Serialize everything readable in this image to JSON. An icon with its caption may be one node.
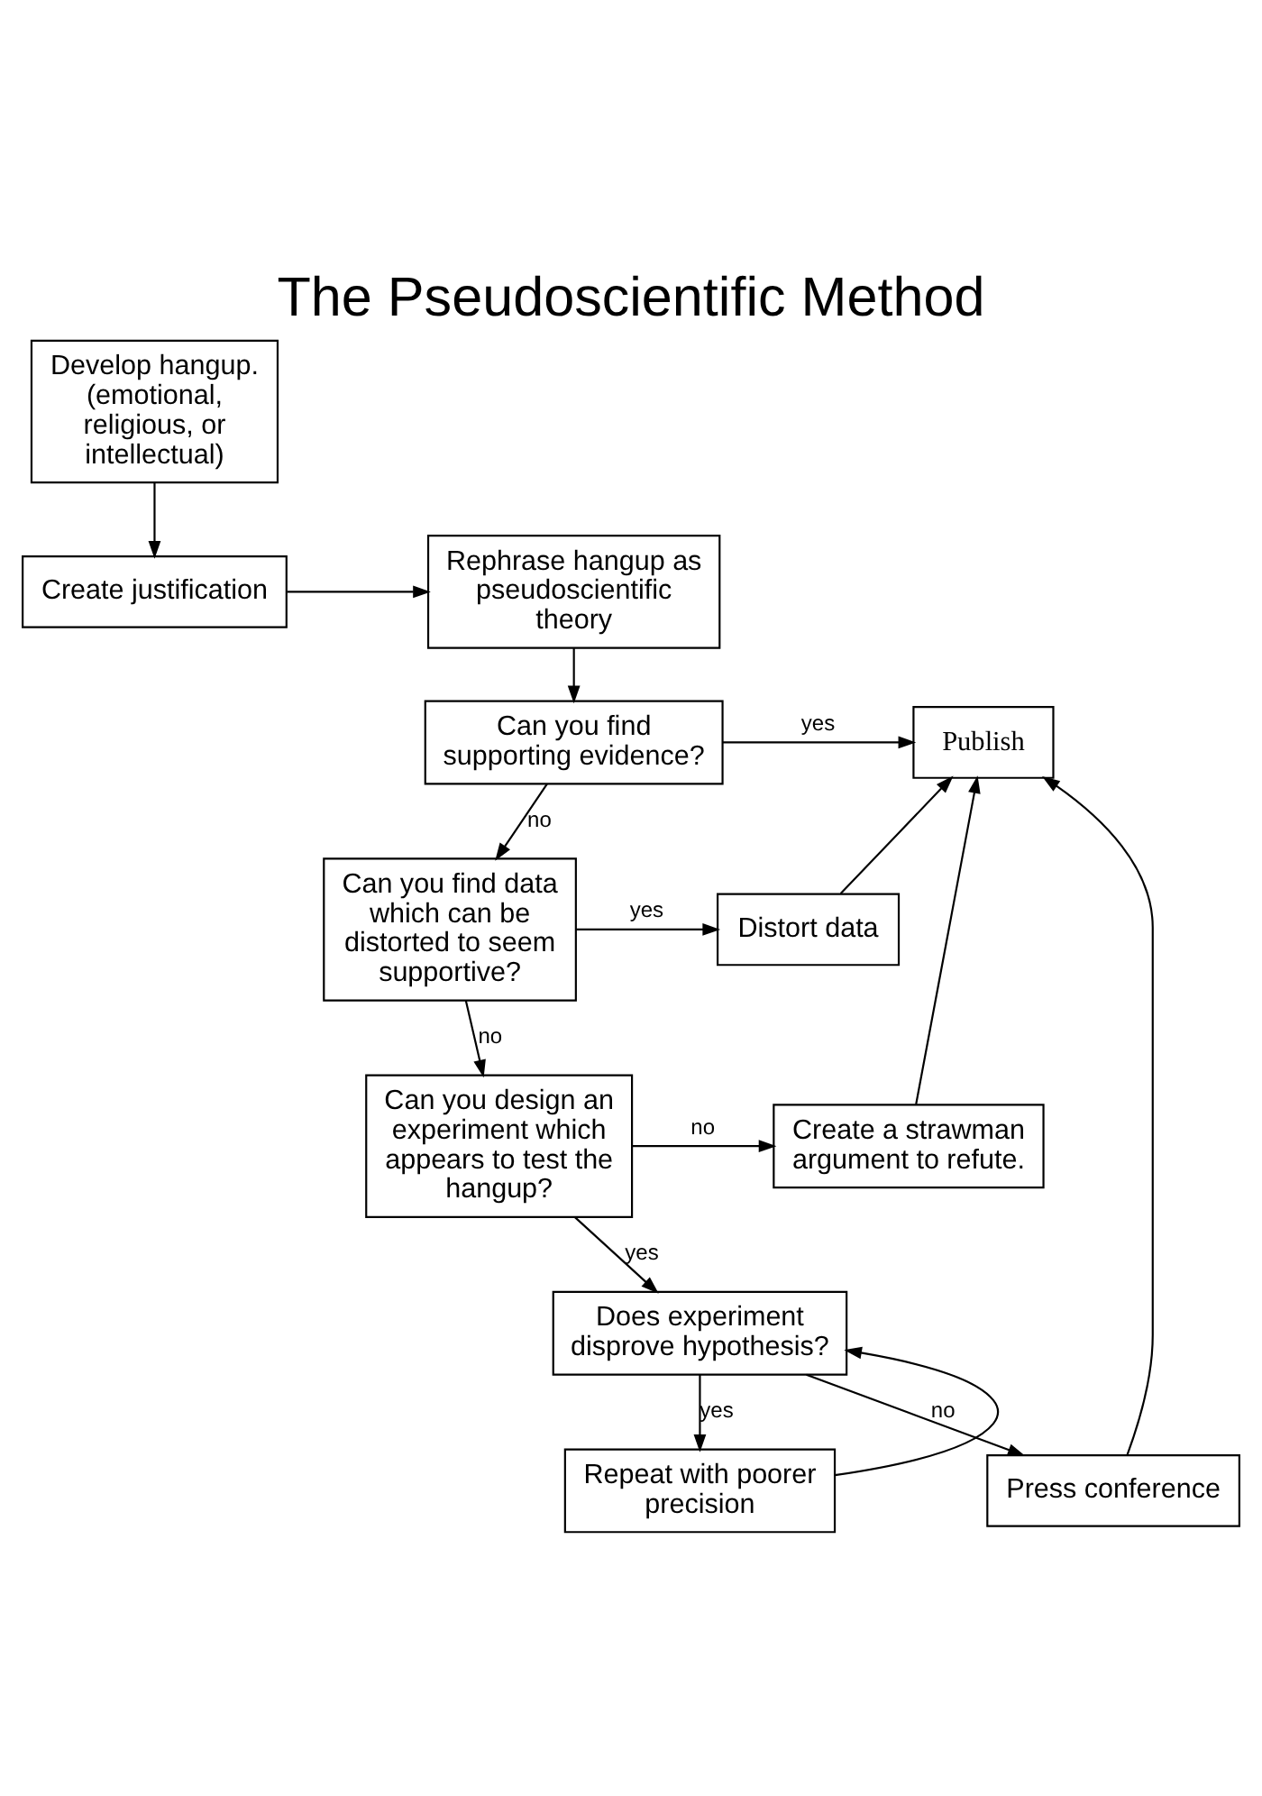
{
  "diagram": {
    "title": "The Pseudoscientific Method",
    "nodes": [
      {
        "text": [
          "Develop hangup. (emotional, religious, or intellectual)"
        ]
      },
      {
        "text": [
          "Create justification"
        ]
      },
      {
        "text": [
          "Rephrase hangup as pseudoscientific theory"
        ]
      },
      {
        "text": [
          "Can you find supporting evidence?"
        ]
      },
      {
        "text": [
          "Publish"
        ]
      },
      {
        "text": [
          "Can you find data which can be distorted to seem supportive?"
        ]
      },
      {
        "text": [
          "Distort data"
        ]
      },
      {
        "text": [
          "Can you design an experiment which appears to test the hangup?"
        ]
      },
      {
        "text": [
          "Create a strawman argument to refute."
        ]
      },
      {
        "text": [
          "Does experiment disprove hypothesis?"
        ]
      },
      {
        "text": [
          "Repeat with poorer precision"
        ]
      },
      {
        "text": [
          "Press conference"
        ]
      }
    ],
    "edges": [
      {
        "from": 0,
        "to": 1,
        "arrow": "to"
      },
      {
        "from": 1,
        "to": 2,
        "arrow": "to"
      },
      {
        "from": 2,
        "to": 3,
        "arrow": "to"
      },
      {
        "from": 3,
        "to": 4,
        "arrow": "to",
        "label": "yes"
      },
      {
        "from": 3,
        "to": 5,
        "arrow": "to",
        "label": "no"
      },
      {
        "from": 5,
        "to": 6,
        "arrow": "to",
        "label": "yes"
      },
      {
        "from": 6,
        "to": 4,
        "arrow": "to"
      },
      {
        "from": 5,
        "to": 7,
        "arrow": "to",
        "label": "no"
      },
      {
        "from": 7,
        "to": 8,
        "arrow": "to",
        "label": "no"
      },
      {
        "from": 8,
        "to": 4,
        "arrow": "to"
      },
      {
        "from": 7,
        "to": 9,
        "arrow": "to",
        "label": "yes"
      },
      {
        "from": 9,
        "to": 11,
        "arrow": "to",
        "label": "no"
      },
      {
        "from": 11,
        "to": 4,
        "arrow": "to"
      },
      {
        "from": 9,
        "to": 10,
        "arrow": "to",
        "label": "yes"
      },
      {
        "from": 10,
        "to": 9,
        "arrow": "to"
      }
    ]
  }
}
